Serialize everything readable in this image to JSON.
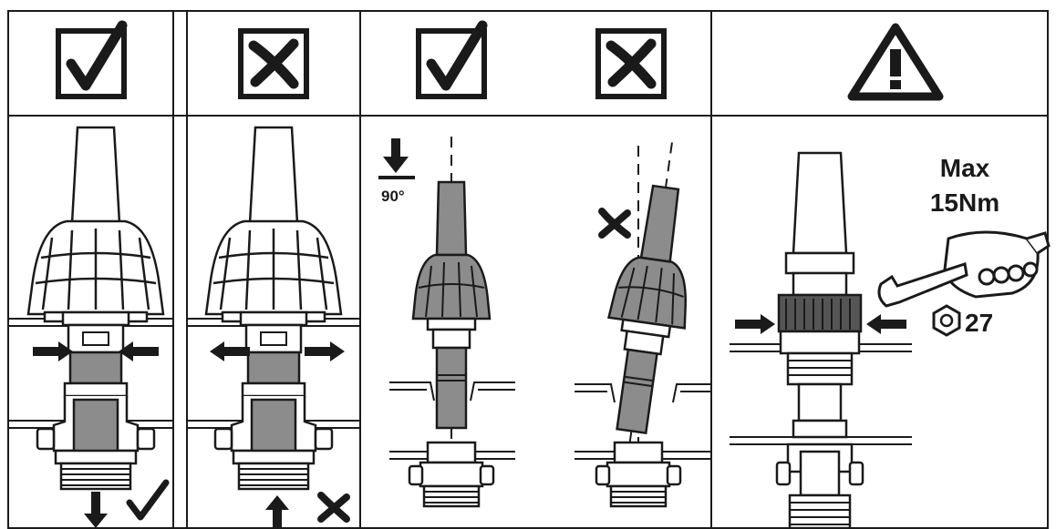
{
  "colors": {
    "ink": "#1a1a1a",
    "grey": "#8c8c8c",
    "paper": "#ffffff"
  },
  "header_icons": [
    {
      "panel": 1,
      "icon": "check-box-icon",
      "meaning": "correct"
    },
    {
      "panel": 2,
      "icon": "cross-box-icon",
      "meaning": "incorrect"
    },
    {
      "panel": 3,
      "icon": "check-box-icon",
      "meaning": "correct"
    },
    {
      "panel": 3,
      "icon": "cross-box-icon",
      "meaning": "incorrect"
    },
    {
      "panel": 4,
      "icon": "warning-triangle-icon",
      "meaning": "caution"
    }
  ],
  "panel3": {
    "angle_label": "90°"
  },
  "panel4": {
    "torque_line1": "Max",
    "torque_line2": "15Nm",
    "wrench_size": "27"
  }
}
